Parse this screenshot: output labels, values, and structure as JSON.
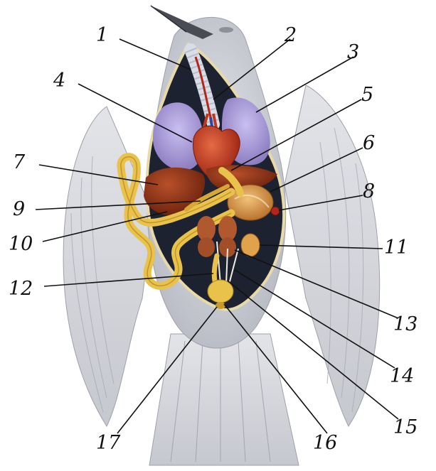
{
  "labels": [
    {
      "id": "1",
      "text": "1"
    },
    {
      "id": "2",
      "text": "2"
    },
    {
      "id": "3",
      "text": "3"
    },
    {
      "id": "4",
      "text": "4"
    },
    {
      "id": "5",
      "text": "5"
    },
    {
      "id": "6",
      "text": "6"
    },
    {
      "id": "7",
      "text": "7"
    },
    {
      "id": "8",
      "text": "8"
    },
    {
      "id": "9",
      "text": "9"
    },
    {
      "id": "10",
      "text": "10"
    },
    {
      "id": "11",
      "text": "11"
    },
    {
      "id": "12",
      "text": "12"
    },
    {
      "id": "13",
      "text": "13"
    },
    {
      "id": "14",
      "text": "14"
    },
    {
      "id": "15",
      "text": "15"
    },
    {
      "id": "16",
      "text": "16"
    },
    {
      "id": "17",
      "text": "17"
    }
  ],
  "colors": {
    "feathers": "#d9dbe0",
    "feather_shade": "#b9bcc4",
    "cavity": "#1d2230",
    "lungs": "#a99bd1",
    "heart": "#c0361f",
    "liver": "#8a2d14",
    "intestine": "#e8c24a",
    "stomach": "#d9923a",
    "kidney": "#b0582e"
  }
}
